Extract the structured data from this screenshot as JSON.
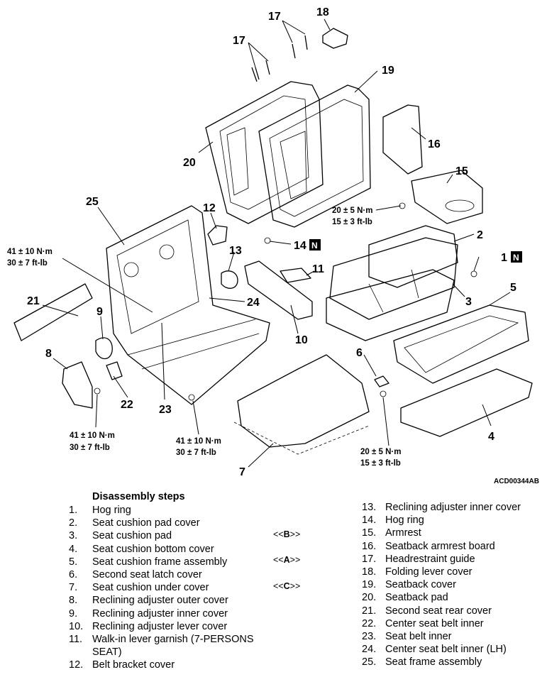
{
  "figure_code": "ACD00344AB",
  "callouts": [
    "1",
    "2",
    "3",
    "4",
    "5",
    "6",
    "7",
    "8",
    "9",
    "10",
    "11",
    "12",
    "13",
    "14",
    "15",
    "16",
    "17",
    "17",
    "18",
    "19",
    "20",
    "21",
    "22",
    "23",
    "24",
    "25"
  ],
  "n_badge": "N",
  "torques": {
    "t1": {
      "line1": "41 ± 10 N·m",
      "line2": "30 ± 7 ft-lb"
    },
    "t2": {
      "line1": "41 ± 10 N·m",
      "line2": "30 ± 7 ft-lb"
    },
    "t3": {
      "line1": "41 ± 10 N·m",
      "line2": "30 ± 7 ft-lb"
    },
    "t4": {
      "line1": "20 ± 5 N·m",
      "line2": "15 ± 3 ft-lb"
    },
    "t5": {
      "line1": "20 ± 5 N·m",
      "line2": "15 ± 3 ft-lb"
    }
  },
  "disassembly": {
    "title": "Disassembly steps",
    "left": [
      {
        "num": "1.",
        "text": "Hog ring"
      },
      {
        "num": "2.",
        "text": "Seat cushion pad cover"
      },
      {
        "num": "3.",
        "text": "Seat cushion pad"
      },
      {
        "num": "4.",
        "text": "Seat cushion bottom cover"
      },
      {
        "num": "5.",
        "text": "Seat cushion frame assembly"
      },
      {
        "num": "6.",
        "text": "Second seat latch cover"
      },
      {
        "num": "7.",
        "text": "Seat cushion under cover"
      },
      {
        "num": "8.",
        "text": "Reclining adjuster outer cover"
      },
      {
        "num": "9.",
        "text": "Reclining adjuster inner cover"
      },
      {
        "num": "10.",
        "text": "Reclining adjuster lever cover"
      },
      {
        "num": "11.",
        "text": "Walk-in lever garnish (7-PERSONS SEAT)"
      },
      {
        "num": "12.",
        "text": "Belt bracket cover"
      }
    ],
    "right": [
      {
        "num": "13.",
        "text": "Reclining adjuster inner cover"
      },
      {
        "num": "14.",
        "text": "Hog ring"
      },
      {
        "num": "15.",
        "text": "Armrest"
      },
      {
        "num": "16.",
        "text": "Seatback armrest board"
      },
      {
        "num": "17.",
        "text": "Headrestraint guide"
      },
      {
        "num": "18.",
        "text": "Folding lever cover"
      },
      {
        "num": "19.",
        "text": "Seatback cover"
      },
      {
        "num": "20.",
        "text": "Seatback pad"
      },
      {
        "num": "21.",
        "text": "Second seat rear cover"
      },
      {
        "num": "22.",
        "text": "Center seat belt inner"
      },
      {
        "num": "23.",
        "text": "Seat belt inner"
      },
      {
        "num": "24.",
        "text": "Center seat belt inner (LH)"
      },
      {
        "num": "25.",
        "text": "Seat frame assembly"
      }
    ],
    "marks": {
      "b": {
        "pre": "<<",
        "letter": "B",
        "post": ">>"
      },
      "a": {
        "pre": "<<",
        "letter": "A",
        "post": ">>"
      },
      "c": {
        "pre": "<<",
        "letter": "C",
        "post": ">>"
      }
    }
  }
}
